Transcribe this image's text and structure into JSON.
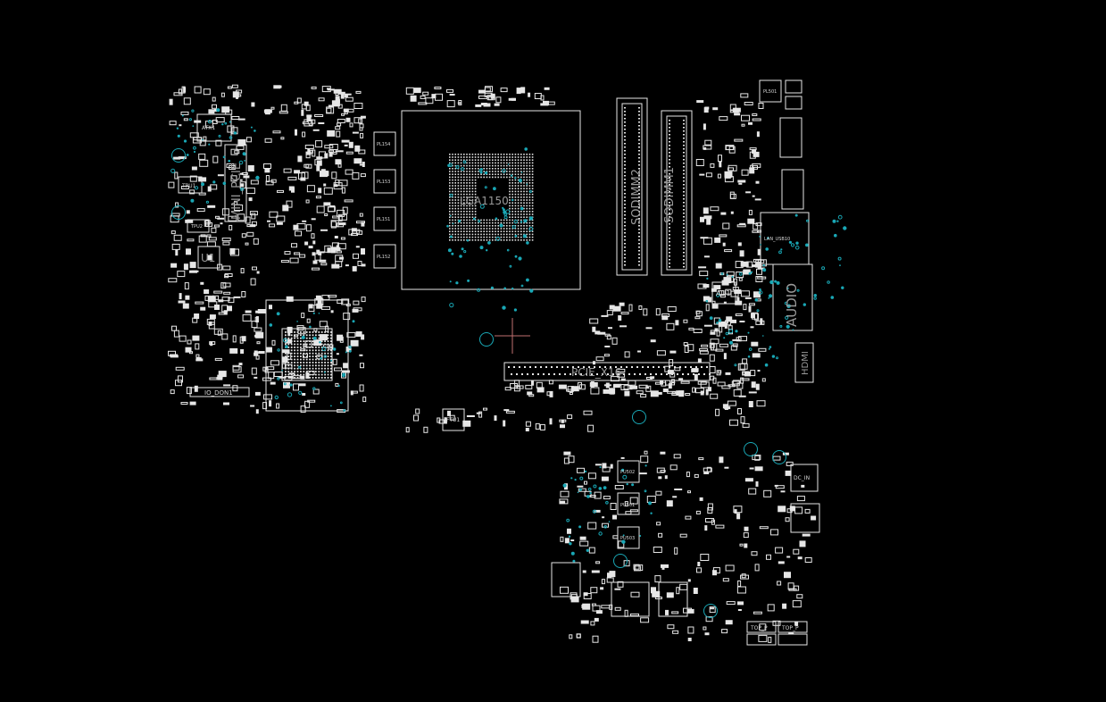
{
  "board": {
    "background": "#000000",
    "outline_color": "#e6e6e6",
    "via_color": "#19a7b5",
    "cursor_color": "#c07070"
  },
  "labels": {
    "mini_pcie": "MINI_PCIE",
    "atx1": "ATX1",
    "tpu1": "TPU1",
    "tpu2": "TPU2",
    "u1": "U1",
    "io_don1": "IO_DON1",
    "pl154": "PL154",
    "pl153": "PL153",
    "pl151": "PL151",
    "pl152": "PL152",
    "lga1150": "LGA1150",
    "sodimm2": "SODIMM2",
    "sodimm1": "SODIMM1",
    "pl501": "PL501",
    "au1": "AU1",
    "audio": "AUDIO",
    "hdmi": "HDMI",
    "lan_usb10": "LAN_USB10",
    "pcie_x16": "PCIE_X16",
    "ftu1": "FTU1",
    "pu502": "PU502",
    "pu501": "PU501",
    "pu503": "PU503",
    "dc_in": "DC_IN",
    "top_1": "TOP_P",
    "top_2": "TOP_P"
  }
}
